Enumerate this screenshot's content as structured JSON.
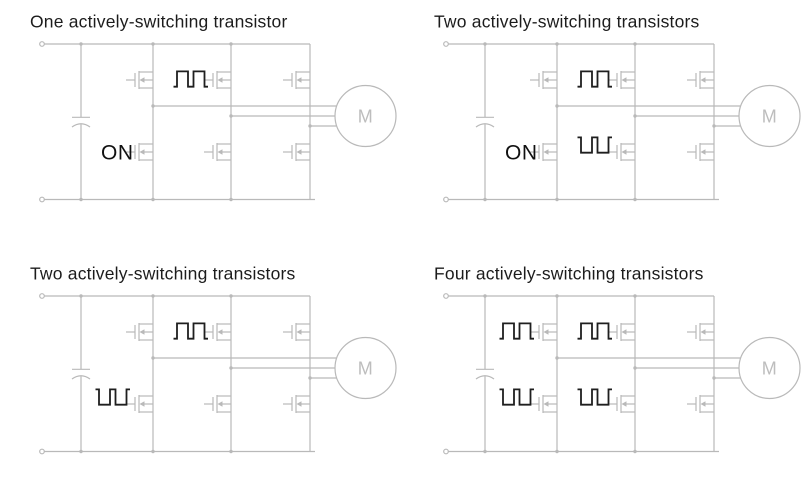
{
  "figure": {
    "type": "circuit-schematic-grid",
    "rows": 2,
    "cols": 2,
    "description_of_base_circuit": "three-phase inverter: DC input terminals, bus capacitor, six MOSFETs in three half-bridge legs, motor"
  },
  "colors": {
    "background": "#ffffff",
    "circuit_gray": "#b9b9b9",
    "annotation_black": "#1f1f1f"
  },
  "panels": [
    {
      "title": "One actively-switching transistor",
      "motor_label": "M",
      "on_label": "ON",
      "active_transistors": [
        {
          "position": "phase-B-high-side",
          "signal": "PWM"
        },
        {
          "position": "phase-A-low-side",
          "signal": "ON"
        }
      ]
    },
    {
      "title": "Two actively-switching transistors",
      "motor_label": "M",
      "on_label": "ON",
      "active_transistors": [
        {
          "position": "phase-B-high-side",
          "signal": "PWM"
        },
        {
          "position": "phase-B-low-side",
          "signal": "PWM-complementary"
        },
        {
          "position": "phase-A-low-side",
          "signal": "ON"
        }
      ]
    },
    {
      "title": "Two actively-switching transistors",
      "motor_label": "M",
      "active_transistors": [
        {
          "position": "phase-B-high-side",
          "signal": "PWM"
        },
        {
          "position": "phase-A-low-side",
          "signal": "PWM-complementary"
        }
      ]
    },
    {
      "title": "Four actively-switching transistors",
      "motor_label": "M",
      "active_transistors": [
        {
          "position": "phase-A-high-side",
          "signal": "PWM"
        },
        {
          "position": "phase-B-high-side",
          "signal": "PWM"
        },
        {
          "position": "phase-A-low-side",
          "signal": "PWM-complementary"
        },
        {
          "position": "phase-B-low-side",
          "signal": "PWM-complementary"
        }
      ]
    }
  ]
}
